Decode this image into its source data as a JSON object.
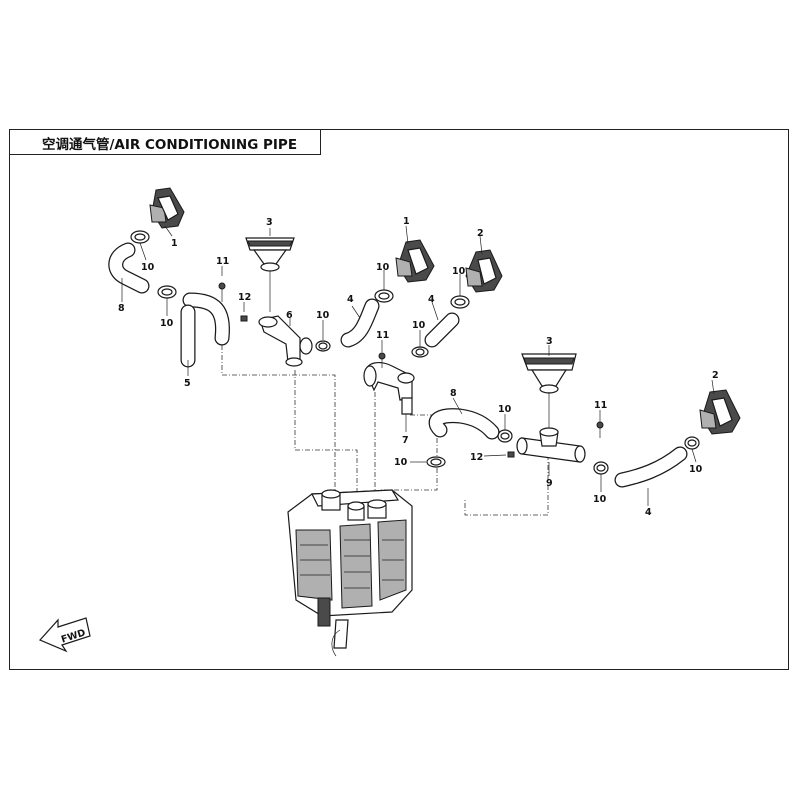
{
  "title": "空调通气管/AIR CONDITIONING PIPE",
  "fwd_label": "FWD",
  "callouts": {
    "c1a": "1",
    "c1b": "1",
    "c2a": "2",
    "c2b": "2",
    "c3a": "3",
    "c3b": "3",
    "c4a": "4",
    "c4b": "4",
    "c4c": "4",
    "c5": "5",
    "c6": "6",
    "c7": "7",
    "c8a": "8",
    "c8b": "8",
    "c9": "9",
    "c10a": "10",
    "c10b": "10",
    "c10c": "10",
    "c10d": "10",
    "c10e": "10",
    "c10f": "10",
    "c10g": "10",
    "c10h": "10",
    "c10i": "10",
    "c10j": "10",
    "c11a": "11",
    "c11b": "11",
    "c11c": "11",
    "c12a": "12",
    "c12b": "12"
  }
}
